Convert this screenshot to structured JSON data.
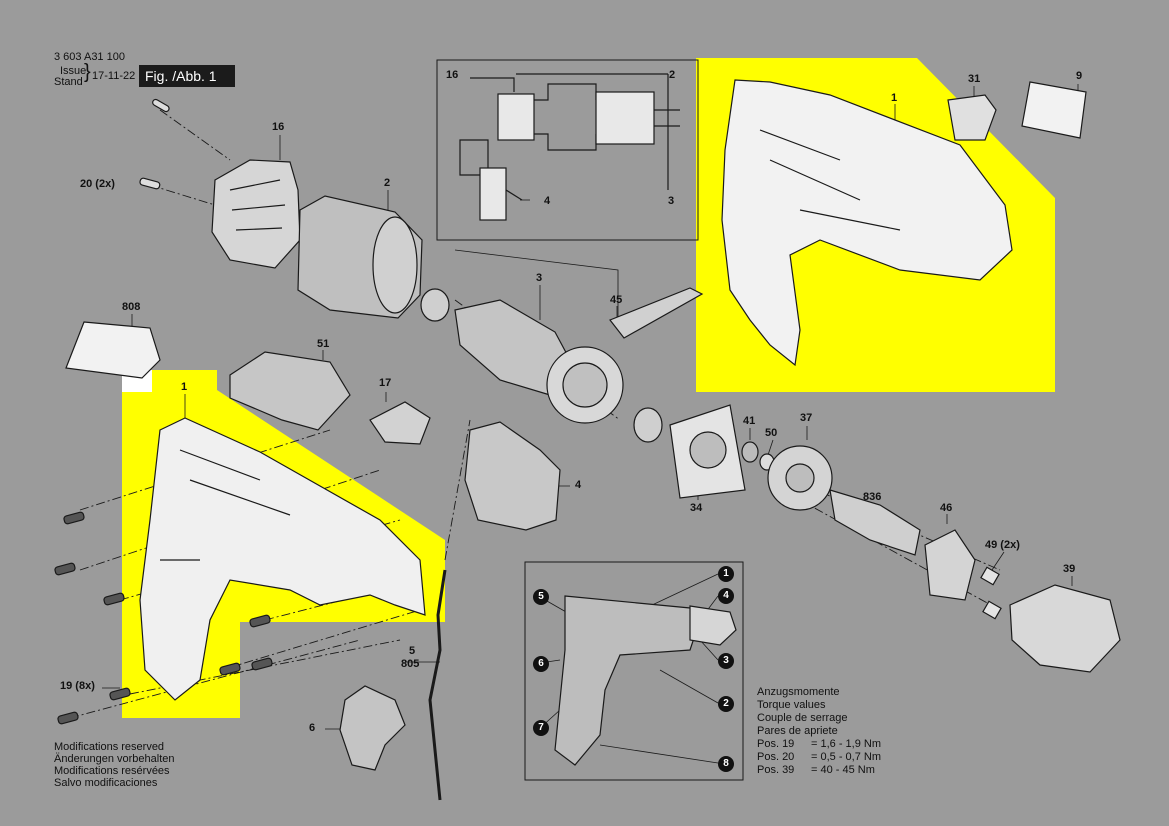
{
  "header": {
    "part_no": "3 603 A31 100",
    "issue_label_1": "Issue",
    "issue_label_2": "Stand",
    "date": "17-11-22",
    "fig_label": "Fig. /Abb. 1"
  },
  "parts": {
    "p16a": "16",
    "p20": "20 (2x)",
    "p2a": "2",
    "p16b": "16",
    "p2b": "2",
    "p4a": "4",
    "p3a": "3",
    "p1a": "1",
    "p31": "31",
    "p9": "9",
    "p3b": "3",
    "p45": "45",
    "p808": "808",
    "p51": "51",
    "p17": "17",
    "p1b": "1",
    "p4b": "4",
    "p34": "34",
    "p41": "41",
    "p50": "50",
    "p37": "37",
    "p836": "836",
    "p46": "46",
    "p49": "49 (2x)",
    "p39": "39",
    "p5": "5",
    "p805": "805",
    "p6": "6",
    "p19": "19 (8x)"
  },
  "callouts": {
    "c1": "1",
    "c2": "2",
    "c3": "3",
    "c4": "4",
    "c5": "5",
    "c6": "6",
    "c7": "7",
    "c8": "8"
  },
  "notes_left": {
    "l1": "Modifications reserved",
    "l2": "Änderungen vorbehalten",
    "l3": "Modifications resérvées",
    "l4": "Salvo modificaciones"
  },
  "torque": {
    "t1": "Anzugsmomente",
    "t2": "Torque values",
    "t3": "Couple de serrage",
    "t4": "Pares de apriete",
    "rows": [
      {
        "pos": "Pos. 19",
        "val": "= 1,6 - 1,9 Nm"
      },
      {
        "pos": "Pos. 20",
        "val": "= 0,5 - 0,7 Nm"
      },
      {
        "pos": "Pos. 39",
        "val": "= 40 - 45 Nm"
      }
    ]
  },
  "colors": {
    "background": "#9b9b9b",
    "highlight": "#ffff00",
    "line": "#1a1a1a",
    "part_fill": "#c8c8c8"
  }
}
